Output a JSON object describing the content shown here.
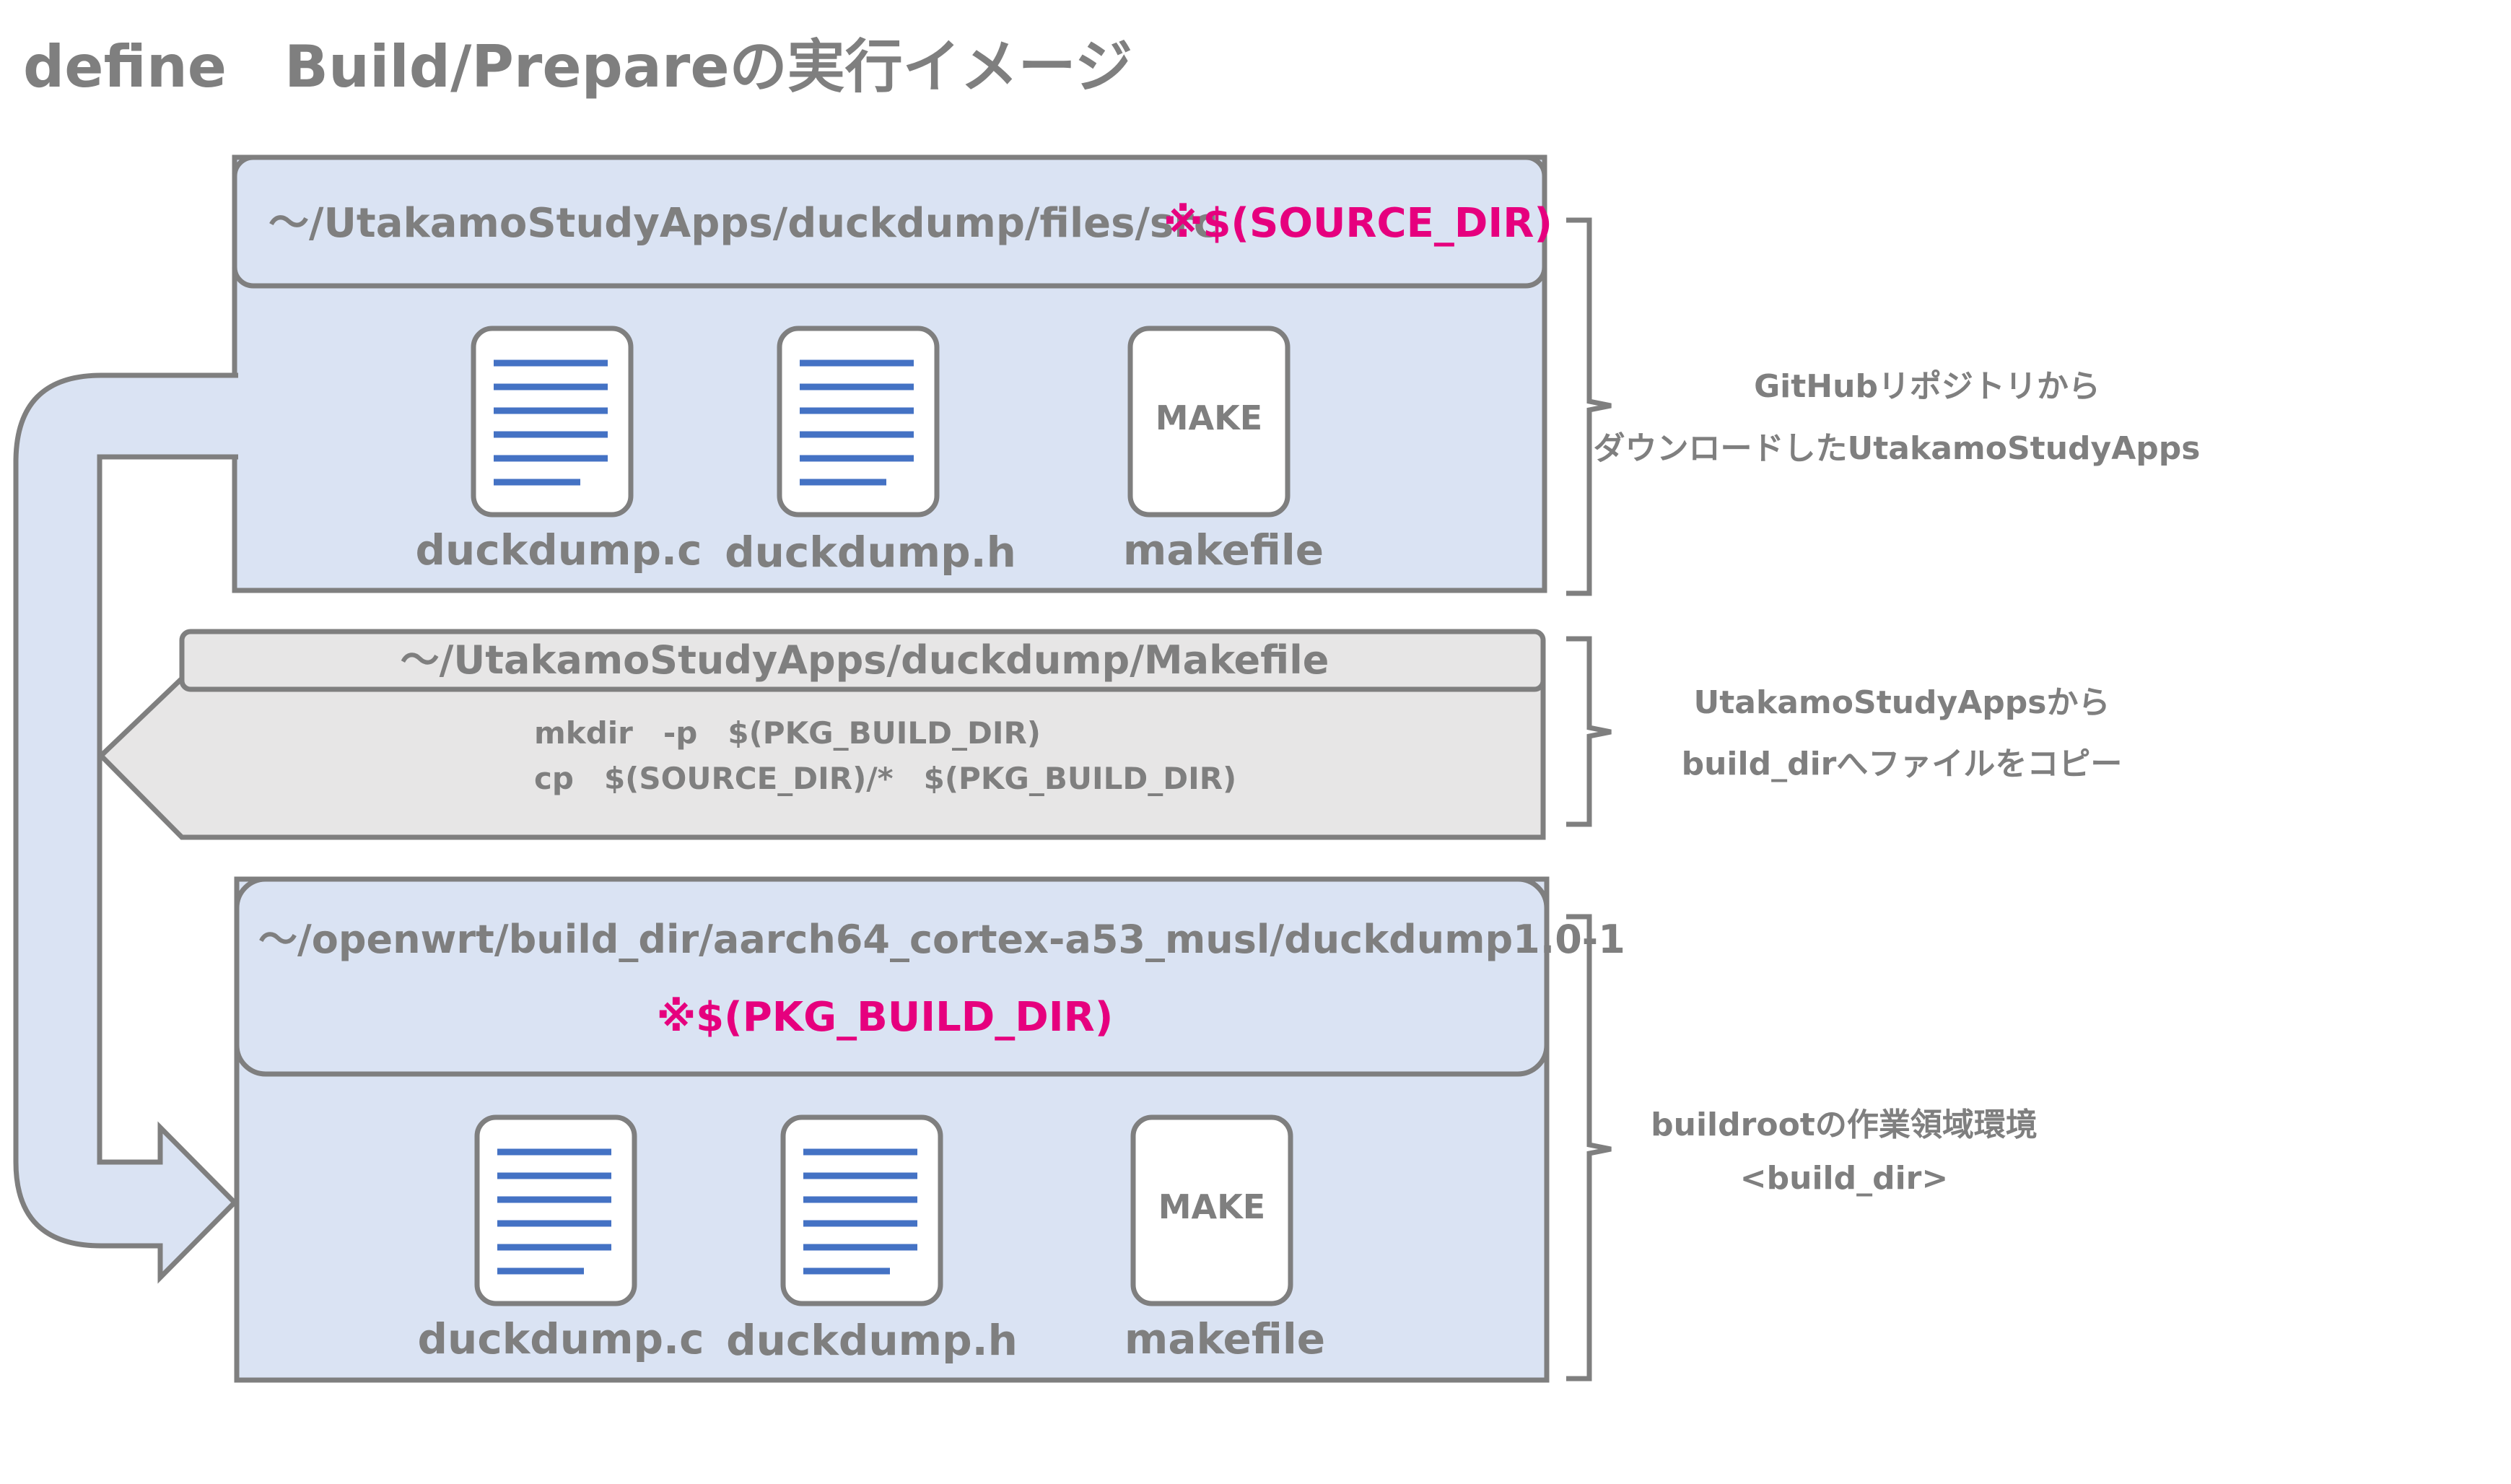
{
  "title": "define　Build/Prepareの実行イメージ",
  "colors": {
    "box_fill": "#dae3f3",
    "box_stroke": "#7f7f7f",
    "cmd_fill": "#e7e6e6",
    "text_gray": "#7f7f7f",
    "accent_pink": "#e6007e",
    "doc_lines": "#4472c4"
  },
  "source_box": {
    "path": "～/UtakamoStudyApps/duckdump/files/src",
    "var": "※$(SOURCE_DIR)",
    "files": [
      {
        "name": "duckdump.c",
        "icon": "text-document-icon"
      },
      {
        "name": "duckdump.h",
        "icon": "text-document-icon"
      },
      {
        "name": "makefile",
        "icon": "make-icon",
        "icon_text": "MAKE"
      }
    ]
  },
  "makefile_box": {
    "path": "～/UtakamoStudyApps/duckdump/Makefile",
    "commands": [
      "mkdir　-p　$(PKG_BUILD_DIR)",
      "cp　$(SOURCE_DIR)/*　$(PKG_BUILD_DIR)"
    ]
  },
  "build_box": {
    "path": "～/openwrt/build_dir/aarch64_cortex-a53_musl/duckdump1.0-1",
    "var": "※$(PKG_BUILD_DIR)",
    "files": [
      {
        "name": "duckdump.c",
        "icon": "text-document-icon"
      },
      {
        "name": "duckdump.h",
        "icon": "text-document-icon"
      },
      {
        "name": "makefile",
        "icon": "make-icon",
        "icon_text": "MAKE"
      }
    ]
  },
  "annotations": {
    "source": [
      "GitHubリポジトリから",
      "ダウンロードしたUtakamoStudyApps"
    ],
    "makefile": [
      "UtakamoStudyAppsから",
      "build_dirへファイルをコピー"
    ],
    "build": [
      "buildrootの作業領域環境",
      "<build_dir>"
    ]
  }
}
